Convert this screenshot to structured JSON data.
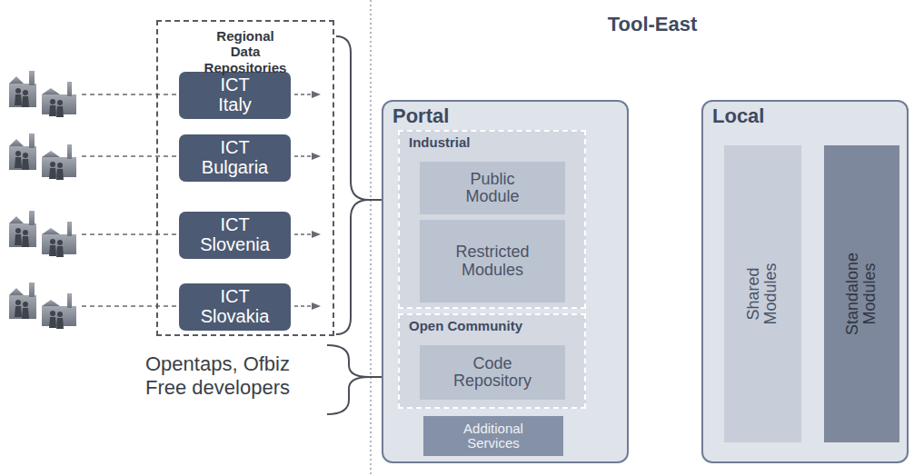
{
  "diagram": {
    "title": "Tool-East",
    "nodes": [
      {
        "text": [
          "Regional Data Repositories"
        ]
      },
      {
        "text": [
          "ICT Italy"
        ],
        "in": 0
      },
      {
        "text": [
          "ICT Bulgaria"
        ],
        "in": 0
      },
      {
        "text": [
          "ICT Slovenia"
        ],
        "in": 0
      },
      {
        "text": [
          "ICT Slovakia"
        ],
        "in": 0
      },
      {
        "text": [
          "Portal"
        ]
      },
      {
        "text": [
          "Industrial"
        ],
        "in": 5
      },
      {
        "text": [
          "Public Module"
        ],
        "in": 6
      },
      {
        "text": [
          "Restricted Modules"
        ],
        "in": 6
      },
      {
        "text": [
          "Open Community"
        ],
        "in": 5
      },
      {
        "text": [
          "Code Repository"
        ],
        "in": 9
      },
      {
        "text": [
          "Additional Services"
        ],
        "in": 5
      },
      {
        "text": [
          "Local"
        ]
      },
      {
        "text": [
          "Shared Modules"
        ],
        "in": 12
      },
      {
        "text": [
          "Standalone Modules"
        ],
        "in": 12
      }
    ],
    "labels": [
      "Opentaps, Ofbiz Free developers"
    ]
  }
}
